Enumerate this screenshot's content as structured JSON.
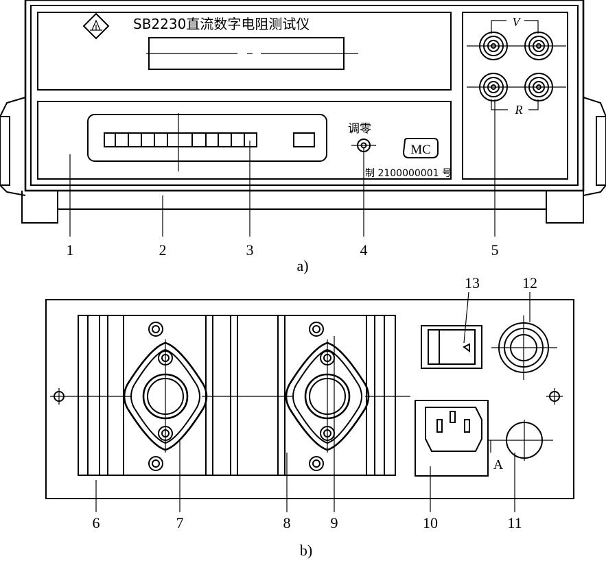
{
  "front": {
    "title": "SB2230直流数字电阻测试仪",
    "zero_label": "调零",
    "mc_badge": "MC",
    "serial": "制 2100000001 号",
    "terminal_top": "V",
    "terminal_bottom": "R",
    "caption": "a)",
    "callouts": [
      "1",
      "2",
      "3",
      "4",
      "5"
    ]
  },
  "rear": {
    "caption": "b)",
    "ground_letter": "A",
    "callouts": [
      "6",
      "7",
      "8",
      "9",
      "10",
      "11",
      "12",
      "13"
    ]
  }
}
